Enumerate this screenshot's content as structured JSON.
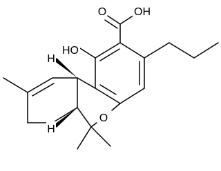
{
  "atom_labels": {
    "carboxyl_carbonyl_o": "O",
    "carboxyl_hydroxyl": "OH",
    "phenol_hydroxyl": "HO",
    "ring_ether_o": "O",
    "stereo_h_10a": "H",
    "stereo_h_6a": "H"
  },
  "colors": {
    "ink": "#000000",
    "background": "#ffffff"
  }
}
